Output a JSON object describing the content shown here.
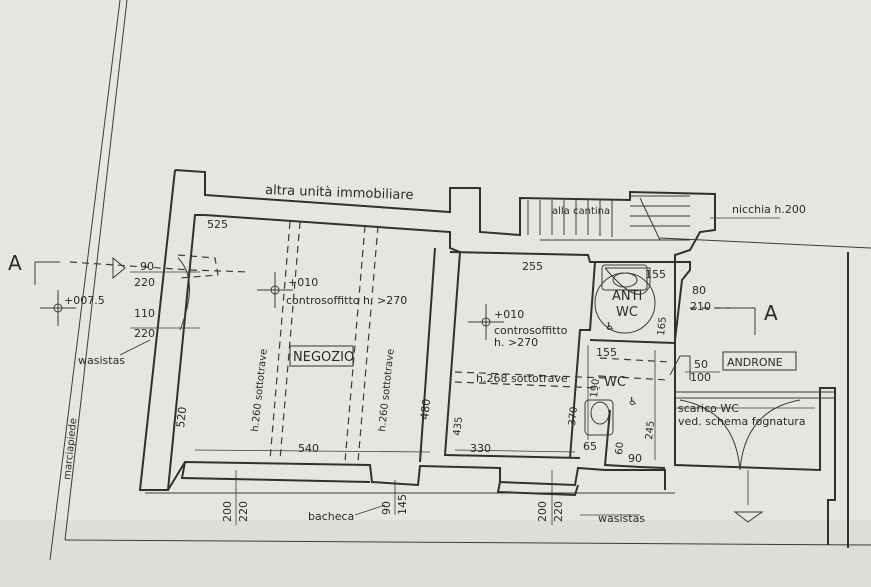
{
  "plan": {
    "neighbor_label": "altra unità immobiliare",
    "cellar_label": "alla cantina",
    "niche_label": "nicchia h.200",
    "section_marker": "A",
    "street_level": "+007.5",
    "sidewalk_label": "marciapiede",
    "colors": {
      "paper": "#e6e6e1",
      "ink": "#2f2f2f"
    },
    "shop": {
      "name": "NEGOZIO",
      "level": "+010",
      "ceiling": "controsoffitto h. >270",
      "beam_1": "h.260 sottotrave",
      "beam_2": "h.260 sottotrave",
      "dim_top": "525",
      "dim_bottom": "540",
      "dim_left": "520",
      "dim_right": "480"
    },
    "back_room": {
      "level": "+010",
      "ceiling_1": "controsoffitto",
      "ceiling_2": "h. >270",
      "beam": "h.268 sottotrave",
      "dim_top": "255",
      "dim_left": "435",
      "dim_bottom": "330"
    },
    "antiwc": {
      "label_1": "ANTI",
      "label_2": "WC",
      "dim_width": "155",
      "dim_height": "165",
      "dim_side_1": "80",
      "dim_side_2": "210"
    },
    "wc": {
      "label": "WC",
      "dim_width": "155",
      "dim_height": "190",
      "dim_a": "370",
      "dim_b": "245",
      "dim_c": "65",
      "dim_d": "60",
      "dim_e": "90"
    },
    "hall": {
      "name": "ANDRONE",
      "dim_1": "50",
      "dim_2": "100",
      "drain_1": "scarico WC",
      "drain_2": "ved. schema fognatura"
    },
    "door_dims": {
      "door_a_1": "90",
      "door_a_2": "220",
      "door_b_1": "110",
      "door_b_2": "220"
    },
    "window_dims": {
      "shop_1": "200",
      "shop_2": "220",
      "back_1": "200",
      "back_2": "220",
      "board_1": "90",
      "board_2": "145"
    },
    "labels": {
      "wasistas_left": "wasistas",
      "wasistas_bottom": "wasistas",
      "bacheca": "bacheca"
    }
  }
}
